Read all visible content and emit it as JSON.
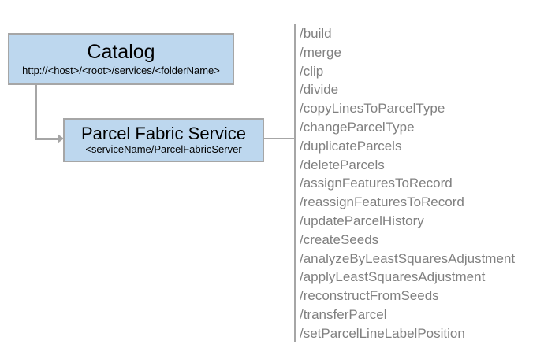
{
  "diagram": {
    "nodes": [
      {
        "id": "catalog",
        "title": "Catalog",
        "subtitle": "http://<host>/<root>/services/<folderName>"
      },
      {
        "id": "parcel-fabric-service",
        "title": "Parcel Fabric Service",
        "subtitle": "<serviceName/ParcelFabricServer"
      }
    ],
    "operations": [
      "/build",
      "/merge",
      "/clip",
      "/divide",
      "/copyLinesToParcelType",
      "/changeParcelType",
      "/duplicateParcels",
      "/deleteParcels",
      "/assignFeaturesToRecord",
      "/reassignFeaturesToRecord",
      "/updateParcelHistory",
      "/createSeeds",
      "/analyzeByLeastSquaresAdjustment",
      "/applyLeastSquaresAdjustment",
      "/reconstructFromSeeds",
      "/transferParcel",
      "/setParcelLineLabelPosition"
    ],
    "colors": {
      "node_fill": "#bdd7ee",
      "node_border": "#a6a6a6",
      "connector": "#a6a6a6",
      "operation_text": "#808080",
      "node_text": "#000000",
      "background": "#ffffff"
    }
  }
}
